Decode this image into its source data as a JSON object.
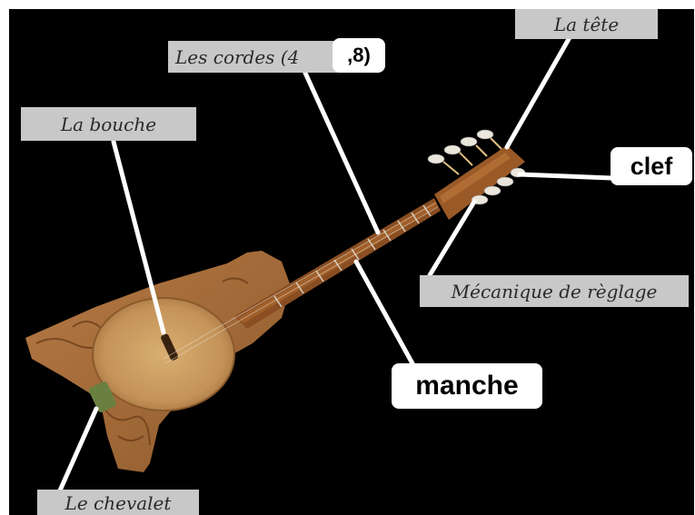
{
  "labels": {
    "tete": "La tête",
    "cordes": "Les cordes (4",
    "cordes_badge": ",8)",
    "bouche": "La bouche",
    "clef": "clef",
    "mecanique": "Mécanique de règlage",
    "manche": "manche",
    "chevalet": "Le chevalet"
  },
  "colors": {
    "background": "#000000",
    "label_grey": "#c8c8c8",
    "wood_light": "#c99459",
    "wood_dark": "#7a4a22",
    "pointer": "#ffffff"
  }
}
